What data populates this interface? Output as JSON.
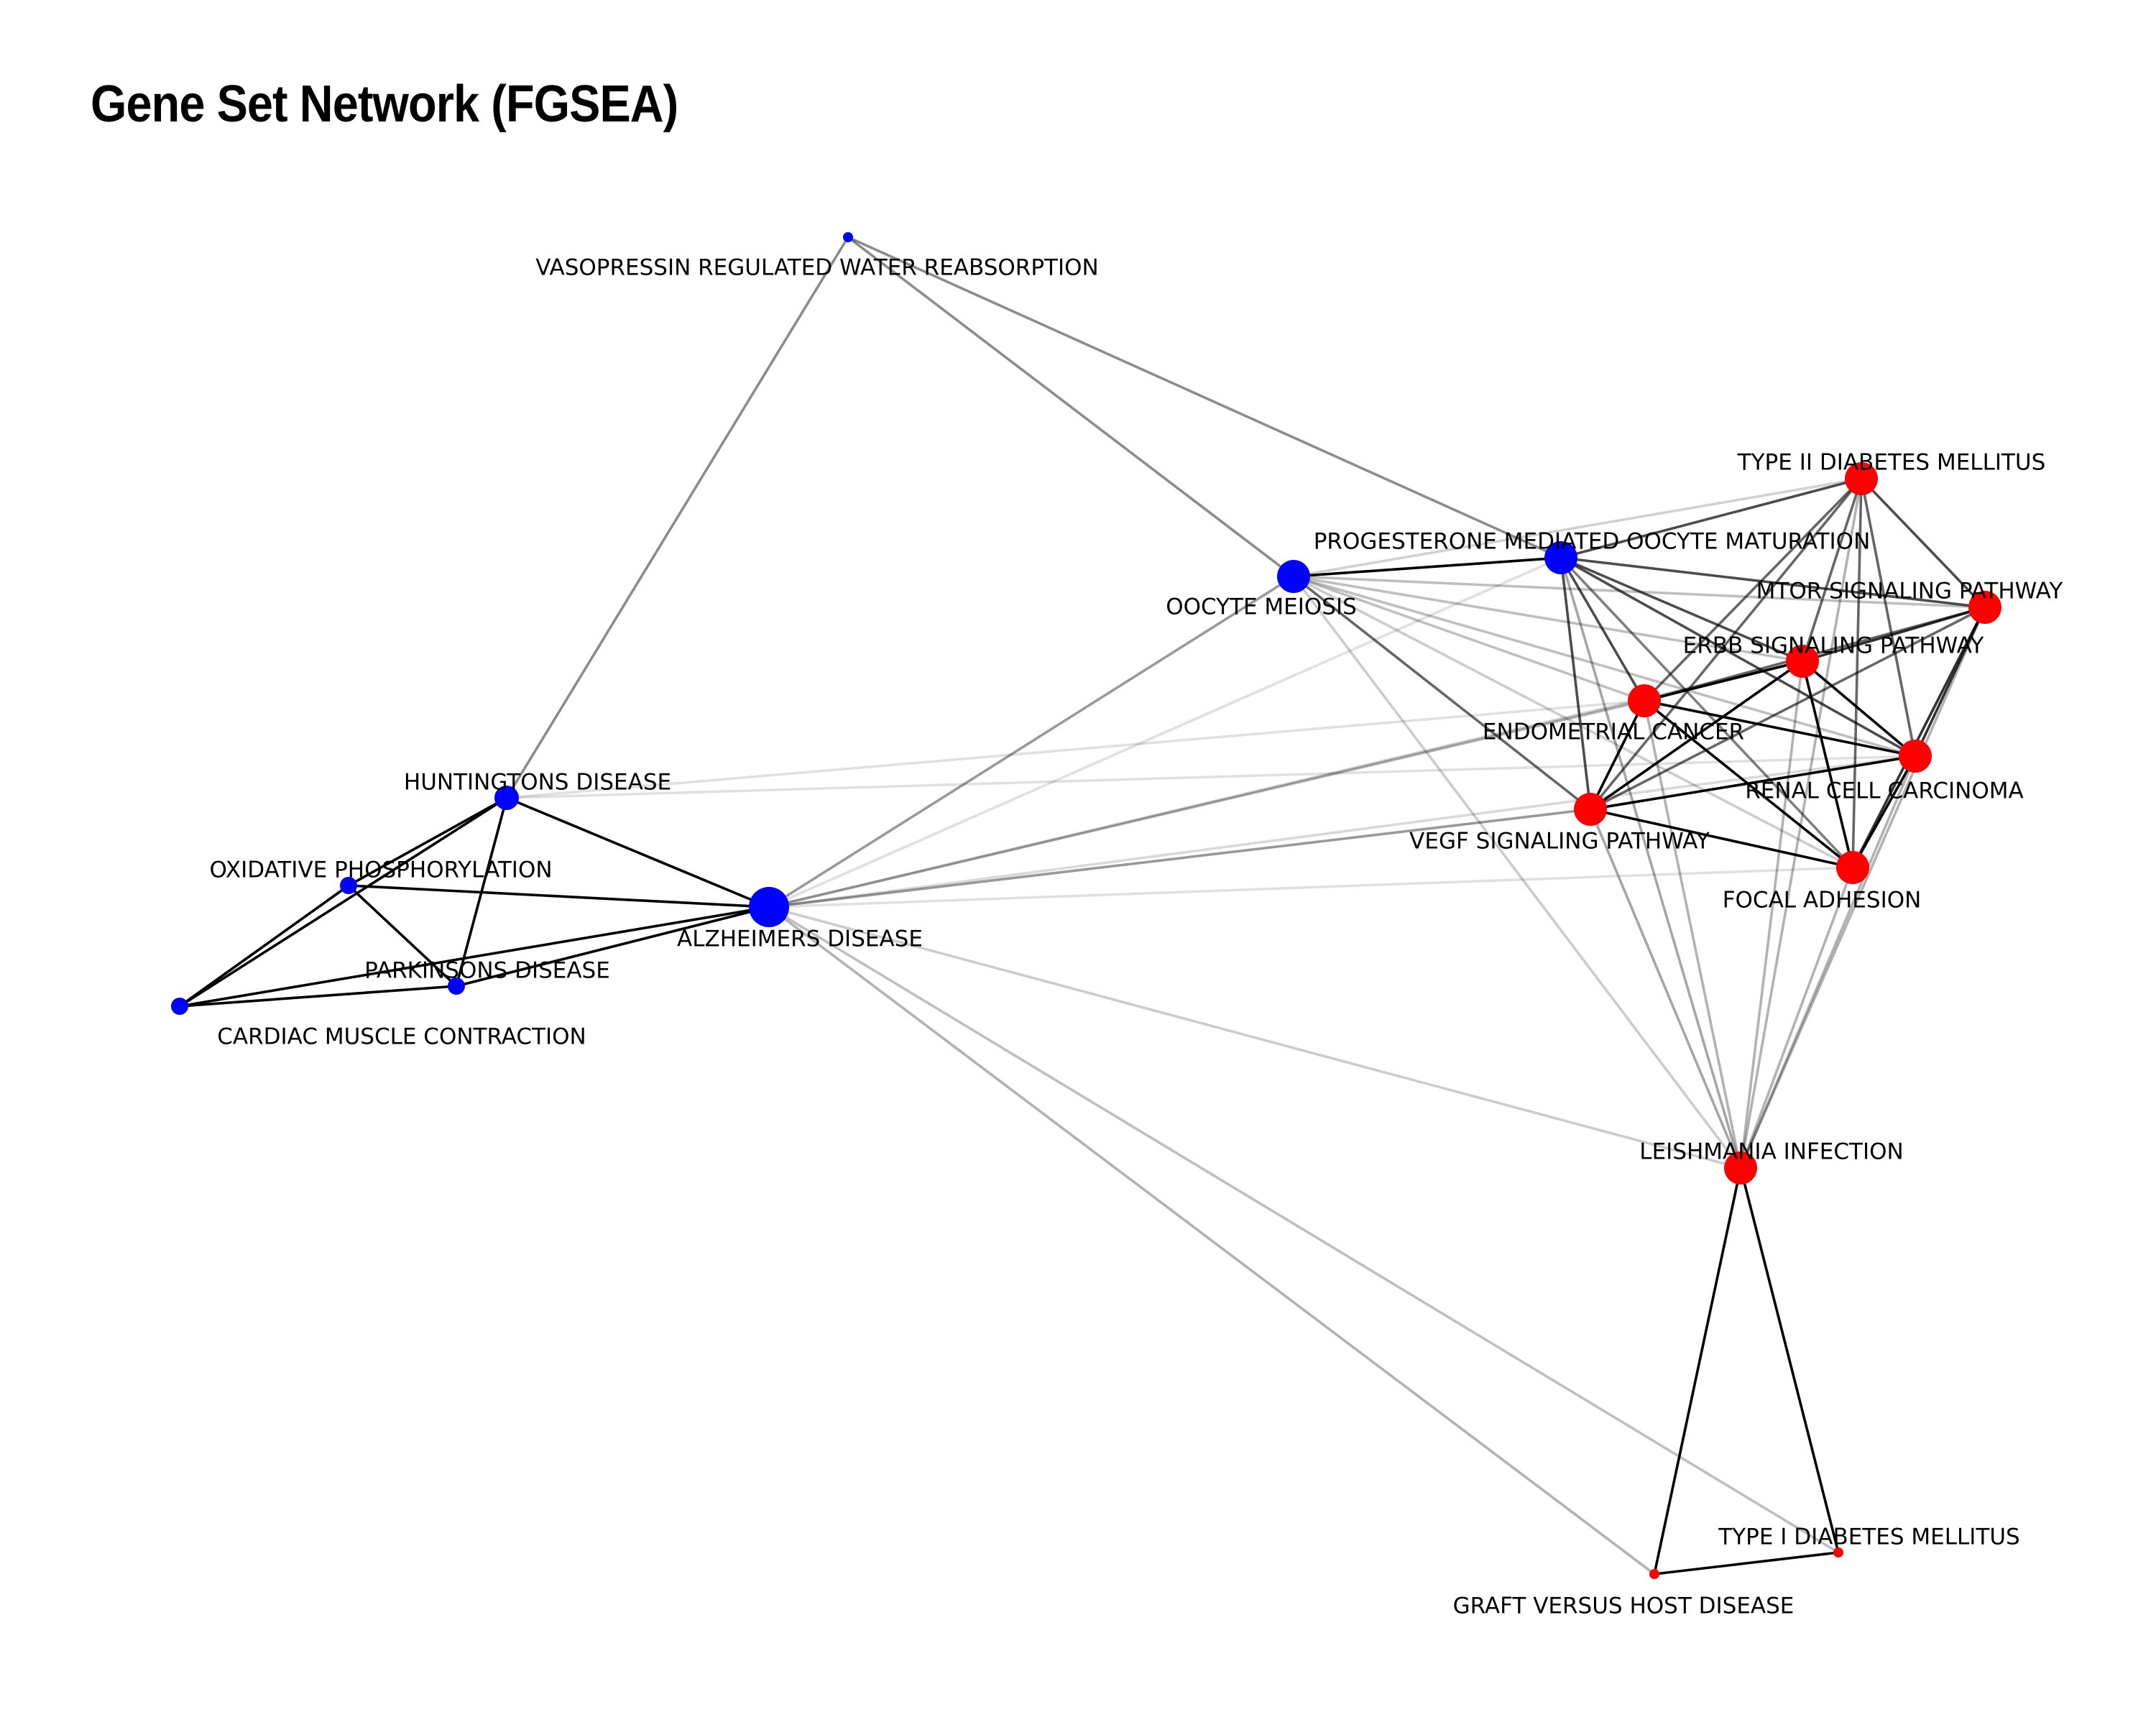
{
  "title": "Gene Set Network (FGSEA)",
  "colors": {
    "enriched_up": "#ff0000",
    "enriched_down": "#0000ff",
    "edge": "#000000",
    "background": "#ffffff"
  },
  "nodes": [
    {
      "id": "vasopressin",
      "label": "VASOPRESSIN REGULATED WATER REABSORPTION",
      "group": "down",
      "size": 1
    },
    {
      "id": "huntingtons",
      "label": "HUNTINGTONS DISEASE",
      "group": "down",
      "size": 3
    },
    {
      "id": "oxphos",
      "label": "OXIDATIVE PHOSPHORYLATION",
      "group": "down",
      "size": 2
    },
    {
      "id": "parkinsons",
      "label": "PARKINSONS DISEASE",
      "group": "down",
      "size": 2
    },
    {
      "id": "cardiac",
      "label": "CARDIAC MUSCLE CONTRACTION",
      "group": "down",
      "size": 2
    },
    {
      "id": "alzheimers",
      "label": "ALZHEIMERS DISEASE",
      "group": "down",
      "size": 5
    },
    {
      "id": "oocyte_meiosis",
      "label": "OOCYTE MEIOSIS",
      "group": "down",
      "size": 4
    },
    {
      "id": "progesterone",
      "label": "PROGESTERONE MEDIATED OOCYTE MATURATION",
      "group": "down",
      "size": 4
    },
    {
      "id": "t2d",
      "label": "TYPE II DIABETES MELLITUS",
      "group": "up",
      "size": 4
    },
    {
      "id": "mtor",
      "label": "MTOR SIGNALING PATHWAY",
      "group": "up",
      "size": 4
    },
    {
      "id": "erbb",
      "label": "ERBB SIGNALING PATHWAY",
      "group": "up",
      "size": 4
    },
    {
      "id": "endometrial",
      "label": "ENDOMETRIAL CANCER",
      "group": "up",
      "size": 4
    },
    {
      "id": "renal",
      "label": "RENAL CELL CARCINOMA",
      "group": "up",
      "size": 4
    },
    {
      "id": "vegf",
      "label": "VEGF SIGNALING PATHWAY",
      "group": "up",
      "size": 4
    },
    {
      "id": "focal",
      "label": "FOCAL ADHESION",
      "group": "up",
      "size": 4
    },
    {
      "id": "leishmania",
      "label": "LEISHMANIA INFECTION",
      "group": "up",
      "size": 4
    },
    {
      "id": "t1d",
      "label": "TYPE I DIABETES MELLITUS",
      "group": "up",
      "size": 1
    },
    {
      "id": "gvhd",
      "label": "GRAFT VERSUS HOST DISEASE",
      "group": "up",
      "size": 1
    }
  ],
  "edges": [
    {
      "source": "huntingtons",
      "target": "oxphos",
      "weight": 1.0
    },
    {
      "source": "huntingtons",
      "target": "parkinsons",
      "weight": 1.0
    },
    {
      "source": "huntingtons",
      "target": "cardiac",
      "weight": 1.0
    },
    {
      "source": "huntingtons",
      "target": "alzheimers",
      "weight": 1.0
    },
    {
      "source": "oxphos",
      "target": "parkinsons",
      "weight": 1.0
    },
    {
      "source": "oxphos",
      "target": "cardiac",
      "weight": 1.0
    },
    {
      "source": "oxphos",
      "target": "alzheimers",
      "weight": 1.0
    },
    {
      "source": "parkinsons",
      "target": "cardiac",
      "weight": 1.0
    },
    {
      "source": "parkinsons",
      "target": "alzheimers",
      "weight": 1.0
    },
    {
      "source": "cardiac",
      "target": "alzheimers",
      "weight": 1.0
    },
    {
      "source": "vasopressin",
      "target": "huntingtons",
      "weight": 0.45
    },
    {
      "source": "vasopressin",
      "target": "oocyte_meiosis",
      "weight": 0.45
    },
    {
      "source": "vasopressin",
      "target": "progesterone",
      "weight": 0.45
    },
    {
      "source": "oocyte_meiosis",
      "target": "progesterone",
      "weight": 1.0
    },
    {
      "source": "alzheimers",
      "target": "oocyte_meiosis",
      "weight": 0.4
    },
    {
      "source": "alzheimers",
      "target": "progesterone",
      "weight": 0.12
    },
    {
      "source": "alzheimers",
      "target": "endometrial",
      "weight": 0.3
    },
    {
      "source": "alzheimers",
      "target": "erbb",
      "weight": 0.2
    },
    {
      "source": "alzheimers",
      "target": "vegf",
      "weight": 0.4
    },
    {
      "source": "alzheimers",
      "target": "renal",
      "weight": 0.15
    },
    {
      "source": "alzheimers",
      "target": "focal",
      "weight": 0.12
    },
    {
      "source": "alzheimers",
      "target": "leishmania",
      "weight": 0.2
    },
    {
      "source": "alzheimers",
      "target": "t1d",
      "weight": 0.25
    },
    {
      "source": "alzheimers",
      "target": "gvhd",
      "weight": 0.3
    },
    {
      "source": "huntingtons",
      "target": "endometrial",
      "weight": 0.12
    },
    {
      "source": "huntingtons",
      "target": "renal",
      "weight": 0.12
    },
    {
      "source": "progesterone",
      "target": "t2d",
      "weight": 0.7
    },
    {
      "source": "progesterone",
      "target": "mtor",
      "weight": 0.7
    },
    {
      "source": "progesterone",
      "target": "erbb",
      "weight": 0.7
    },
    {
      "source": "progesterone",
      "target": "endometrial",
      "weight": 0.7
    },
    {
      "source": "progesterone",
      "target": "renal",
      "weight": 0.7
    },
    {
      "source": "progesterone",
      "target": "vegf",
      "weight": 0.7
    },
    {
      "source": "progesterone",
      "target": "focal",
      "weight": 0.5
    },
    {
      "source": "progesterone",
      "target": "leishmania",
      "weight": 0.35
    },
    {
      "source": "oocyte_meiosis",
      "target": "t2d",
      "weight": 0.18
    },
    {
      "source": "oocyte_meiosis",
      "target": "mtor",
      "weight": 0.25
    },
    {
      "source": "oocyte_meiosis",
      "target": "erbb",
      "weight": 0.25
    },
    {
      "source": "oocyte_meiosis",
      "target": "endometrial",
      "weight": 0.25
    },
    {
      "source": "oocyte_meiosis",
      "target": "renal",
      "weight": 0.25
    },
    {
      "source": "oocyte_meiosis",
      "target": "vegf",
      "weight": 0.6
    },
    {
      "source": "oocyte_meiosis",
      "target": "focal",
      "weight": 0.2
    },
    {
      "source": "oocyte_meiosis",
      "target": "leishmania",
      "weight": 0.2
    },
    {
      "source": "t2d",
      "target": "mtor",
      "weight": 0.7
    },
    {
      "source": "t2d",
      "target": "erbb",
      "weight": 0.6
    },
    {
      "source": "t2d",
      "target": "endometrial",
      "weight": 0.6
    },
    {
      "source": "t2d",
      "target": "renal",
      "weight": 0.6
    },
    {
      "source": "t2d",
      "target": "vegf",
      "weight": 0.6
    },
    {
      "source": "t2d",
      "target": "focal",
      "weight": 0.6
    },
    {
      "source": "t2d",
      "target": "leishmania",
      "weight": 0.3
    },
    {
      "source": "mtor",
      "target": "erbb",
      "weight": 0.8
    },
    {
      "source": "mtor",
      "target": "endometrial",
      "weight": 0.6
    },
    {
      "source": "mtor",
      "target": "renal",
      "weight": 0.8
    },
    {
      "source": "mtor",
      "target": "vegf",
      "weight": 0.6
    },
    {
      "source": "mtor",
      "target": "focal",
      "weight": 0.8
    },
    {
      "source": "mtor",
      "target": "leishmania",
      "weight": 0.3
    },
    {
      "source": "erbb",
      "target": "endometrial",
      "weight": 1.0
    },
    {
      "source": "erbb",
      "target": "renal",
      "weight": 1.0
    },
    {
      "source": "erbb",
      "target": "vegf",
      "weight": 1.0
    },
    {
      "source": "erbb",
      "target": "focal",
      "weight": 1.0
    },
    {
      "source": "erbb",
      "target": "leishmania",
      "weight": 0.3
    },
    {
      "source": "endometrial",
      "target": "renal",
      "weight": 1.0
    },
    {
      "source": "endometrial",
      "target": "vegf",
      "weight": 1.0
    },
    {
      "source": "endometrial",
      "target": "focal",
      "weight": 1.0
    },
    {
      "source": "endometrial",
      "target": "leishmania",
      "weight": 0.3
    },
    {
      "source": "renal",
      "target": "vegf",
      "weight": 1.0
    },
    {
      "source": "renal",
      "target": "focal",
      "weight": 1.0
    },
    {
      "source": "renal",
      "target": "leishmania",
      "weight": 0.3
    },
    {
      "source": "vegf",
      "target": "focal",
      "weight": 1.0
    },
    {
      "source": "vegf",
      "target": "leishmania",
      "weight": 0.35
    },
    {
      "source": "focal",
      "target": "leishmania",
      "weight": 0.3
    },
    {
      "source": "leishmania",
      "target": "t1d",
      "weight": 1.0
    },
    {
      "source": "leishmania",
      "target": "gvhd",
      "weight": 1.0
    },
    {
      "source": "t1d",
      "target": "gvhd",
      "weight": 1.0
    }
  ]
}
